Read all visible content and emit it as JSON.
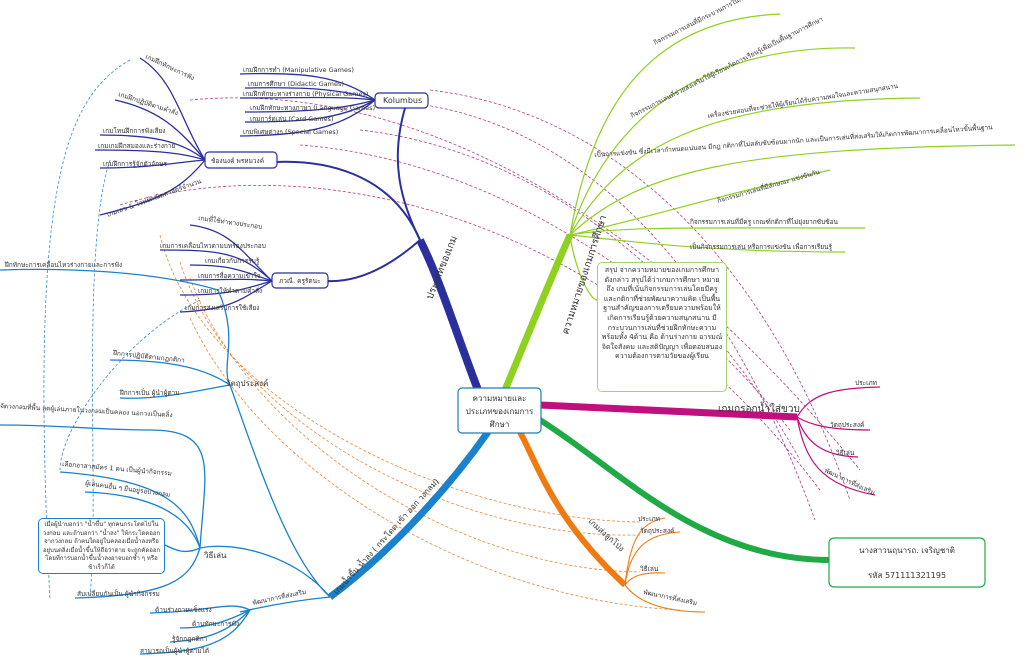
{
  "center": {
    "line1": "ความหมายและ",
    "line2": "ประเภทของเกมการ",
    "line3": "ศึกษา"
  },
  "colors": {
    "types": "#2b2f9e",
    "meaning": "#8fd11f",
    "magenta": "#c0107e",
    "green": "#1faa46",
    "orange": "#f07a10",
    "blue": "#1a82cc"
  },
  "types_branch": {
    "label": "ประเภทของเกม",
    "kolumbus": {
      "label": "Kolumbus",
      "items": [
        "เกมฝึกการทำ (Manipulative Games)",
        "เกมการศึกษา (Didactic Games)",
        "เกมฝึกทักษะทางร่างกาย (Physical Games)",
        "เกมฝึกทักษะทางภาษา (Language Games)",
        "เกมการ์ดเล่น (Card Games)",
        "เกมพิเศษต่างๆ (Special Games)"
      ]
    },
    "chongnong": {
      "label": "ช้องนงค์ พรหมวงค์",
      "items": [
        "เกมฝึกทักษะการฟัง",
        "เกมฝึกปฏิบัติตามคำสั่ง",
        "เกมโทนฝึกการฟังเสียง",
        "เกมเกมฝึกสมองและร่างกาย",
        "เกมฝึกการรู้จักตัวอักษร",
        "เกมเลข & โจทย์คณิตศาสตร์จำนวน"
      ]
    },
    "pawanee": {
      "label": "ภวณี. ครูรัตนะ",
      "items": [
        "เกมที่ใช้ท่าทางประกอบ",
        "เกมการเคลื่อนไหวตามบทร้องประกอบ",
        "เกมเกี่ยวกับการรับรู้",
        "เกมการสื่อความเข้าใจ",
        "เกมการให้ทำตามคำสั่ง",
        "เกมการส่งเสริมการใช้เสียง"
      ]
    }
  },
  "meaning_branch": {
    "label": "ความหมายของเกมการศึกษา",
    "items": [
      "กิจกรรมการเล่นที่มีกระบวนการในการเล่น",
      "กิจกรรมการเล่นที่ช่วยส่งเสริมให้ผู้เรียนเกิดการเรียนรู้เพื่อเป็นพื้นฐานการศึกษา",
      "เครื่องช่วยสอนที่จะช่วยให้ผู้เรียนได้รับความพอใจและความสนุกสนาน",
      "เป็นการแข่งขัน ซึ่งมีเวลากำหนดแน่นอน มีกฎ กติกาที่ไม่สลับซับซ้อนมากนัก และเป็นการเล่นที่ส่งเสริมให้เกิดการพัฒนาการเคลื่อนไหวขั้นพื้นฐาน",
      "กิจกรรมการเล่นที่มีลักษณะ แข่งขันกัน",
      "กิจกรรมการเล่นที่มีครู เกณฑ์กติกาที่ไม่ยุ่งยากซับซ้อน",
      "เป็นกิจกรรมการเล่น หรือการแข่งขัน เพื่อการเรียนรู้"
    ],
    "summary": "สรุป จากความหมายของเกมการศึกษาดังกล่าว สรุปได้ว่าเกมการศึกษา หมายถึง เกมที่เน้นกิจกรรมการเล่นโดยมีครูและกติกาที่ช่วยพัฒนาความคิด เป็นพื้นฐานสำคัญของการเตรียมความพร้อมให้เกิดการเรียนรู้ด้วยความสนุกสนาน มีกระบวนการเล่นที่ช่วยฝึกทักษะความพร้อมทั้ง 4ด้าน คือ ด้านร่างกาย อารมณ์ จิตใจสังคม และสติปัญญา เพื่อตอบสนองความต้องการตามวัยของผู้เรียน"
  },
  "water_bottle_branch": {
    "label": "เกมกรอกน้ำใส่ขวบ",
    "items": [
      "ประเภท",
      "วัตถุประสงค์",
      "วิธีเล่น",
      "พัฒนาการที่ส่งเสริม"
    ]
  },
  "author": {
    "name": "นางสาวนฤนารถ. เจริญชาติ",
    "id": "รหัส 571111321195"
  },
  "balloon_branch": {
    "label": "เกมส่งลูกโป่ง",
    "items": [
      "ประเภท",
      "วัตถุประสงค์",
      "วิธีเล่น",
      "พัฒนาการที่ส่งเสริม"
    ]
  },
  "tide_branch": {
    "label": "เกมน้ำขึ้น น้ำลง ( กระโดด เข้า ออก วงกลม)",
    "objective": {
      "label": "วัตถุประสงค์",
      "items": [
        "ฝึกการปฏิบัติตามกฎกติกา",
        "ฝึกการเป็น ผู้นำผู้ตาม"
      ]
    },
    "extra": "ฝึกทักษะการเคลื่อนไหวร่างกายและการฟัง",
    "howto": {
      "label": "วิธีเล่น",
      "items": [
        "จัดวงกลมที่พื้น ลดผู้เล่นภายในวงกลมเป็นคลอง นอกวงเป็นตลิ่ง",
        "เลือกอาสาสมัคร 1 คน เป็นผู้นำกิจกรรม",
        "ผู้เล่นคนอื่น ๆ ยืนอยู่รอบวงกลม",
        "สับเปลี่ยนกันเป็น ผู้นำกิจกรรม"
      ],
      "note": "เมื่อผู้นำบอกว่า \"น้ำขึ้น\" ทุกคนกระโดดไปในวงกลม และถ้าบอกว่า \"น้ำลง\" ให้กระโดดออกจากวงกลม ถ้าคนใดอยู่ในคลองเมื่อน้ำลงหรืออยู่บนตลิ่งเมื่อน้ำขึ้นให้ถือว่าตาย จะถูกคัดออก โดยที่การบอกน้ำขึ้นน้ำลงอาจบอกซ้ำ ๆ หรือช้าเร็วก็ได้"
    },
    "development": {
      "label": "พัฒนาการที่ส่งเสริม",
      "items": [
        "ด้านร่างกายแข็งแรง",
        "ด้านทักษะการฟัง",
        "รู้จักกฎกติกา",
        "สามารถเป็นผู้นำผู้ตามได้"
      ]
    }
  }
}
